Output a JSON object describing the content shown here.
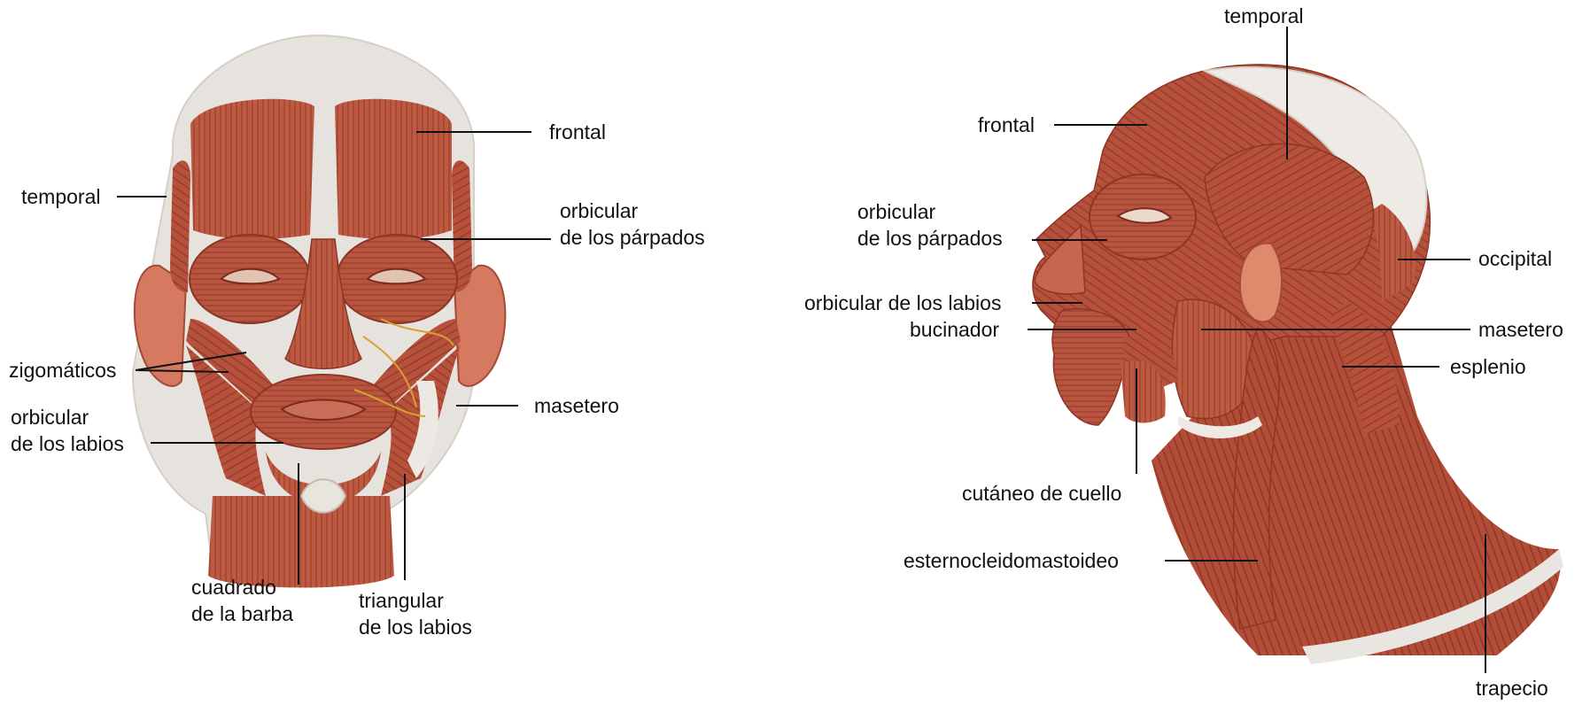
{
  "front_view": {
    "labels": {
      "frontal": [
        "frontal"
      ],
      "temporal": [
        "temporal"
      ],
      "orbicular_parpados": [
        "orbicular",
        "de los párpados"
      ],
      "zigomaticos": [
        "zigomáticos"
      ],
      "masetero": [
        "masetero"
      ],
      "orbicular_labios": [
        "orbicular",
        "de los labios"
      ],
      "cuadrado_barba": [
        "cuadrado",
        "de la barba"
      ],
      "triangular_labios": [
        "triangular",
        "de los labios"
      ]
    }
  },
  "side_view": {
    "labels": {
      "temporal": [
        "temporal"
      ],
      "frontal": [
        "frontal"
      ],
      "orbicular_parpados": [
        "orbicular",
        "de los párpados"
      ],
      "occipital": [
        "occipital"
      ],
      "orbicular_labios": [
        "orbicular de los labios"
      ],
      "bucinador": [
        "bucinador"
      ],
      "masetero": [
        "masetero"
      ],
      "esplenio": [
        "esplenio"
      ],
      "cutaneo_cuello": [
        "cutáneo de cuello"
      ],
      "esternocleidomastoideo": [
        "esternocleidomastoideo"
      ],
      "trapecio": [
        "trapecio"
      ]
    }
  },
  "colors": {
    "muscle": "#b8553e",
    "muscle_dark": "#8e3526",
    "tendon": "#e8e6e2",
    "skin_edge": "#d99a85",
    "leader_line": "#111111",
    "nerve": "#d9a030"
  }
}
